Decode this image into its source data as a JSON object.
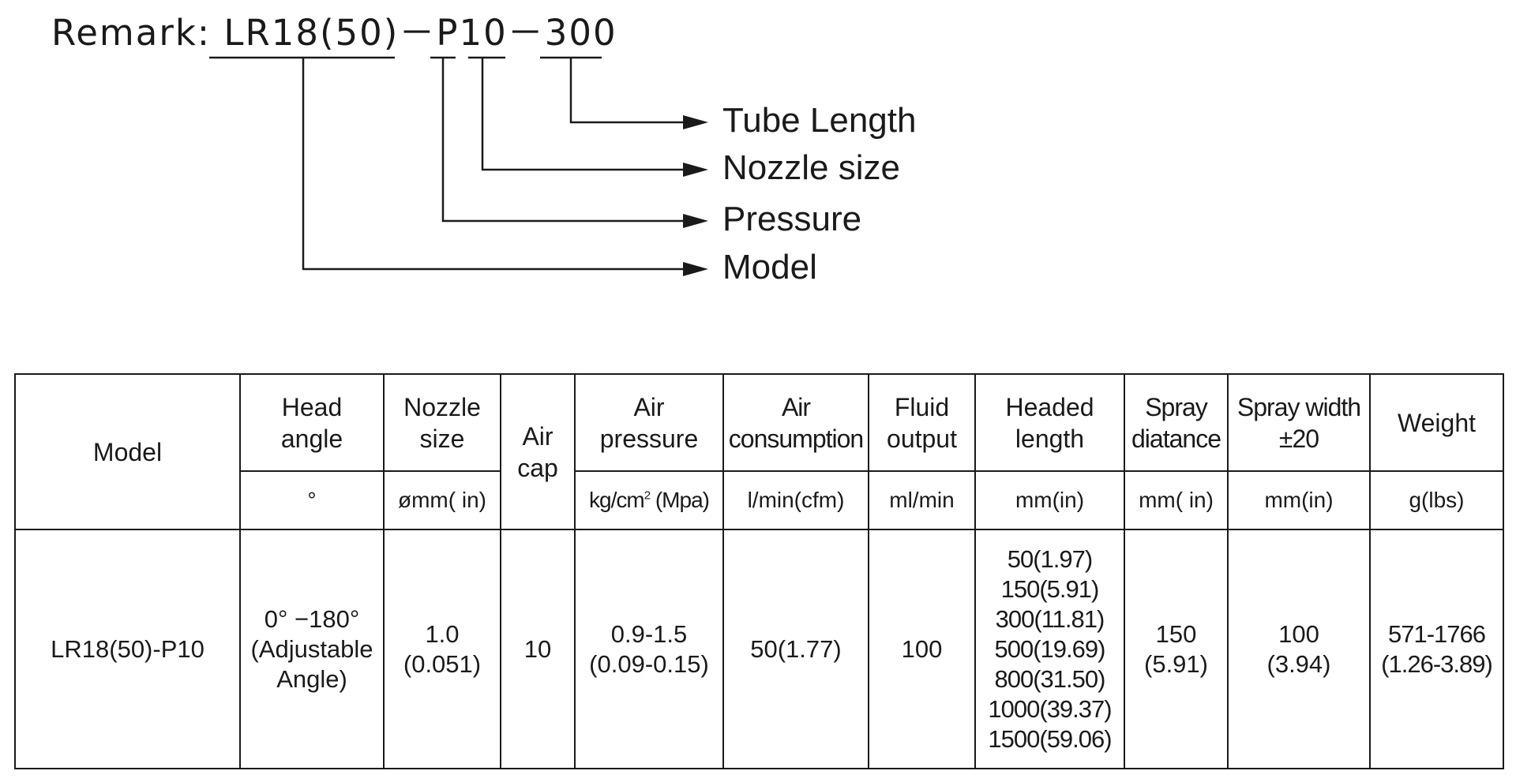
{
  "code": {
    "prefix": "Remark: ",
    "parts": {
      "model": "LR18(50)",
      "sep1": "－",
      "pressure": "P",
      "nozzle": "10",
      "sep2": "－",
      "tube": "300"
    }
  },
  "legend": {
    "tube_length": "Tube Length",
    "nozzle_size": "Nozzle size",
    "pressure": "Pressure",
    "model": "Model"
  },
  "table": {
    "headers": {
      "model": "Model",
      "head_angle": "Head\nangle",
      "nozzle_size": "Nozzle\nsize",
      "air_cap": "Air\ncap",
      "air_pressure": "Air\npressure",
      "air_consumption": "Air\nconsumption",
      "fluid_output": "Fluid\noutput",
      "headed_length": "Headed\nlength",
      "spray_distance": "Spray\ndiatance",
      "spray_width": "Spray width\n±20",
      "weight": "Weight"
    },
    "units": {
      "head_angle": "°",
      "nozzle_size": "ømm( in)",
      "air_pressure_pre": "kg/cm",
      "air_pressure_sup": "2",
      "air_pressure_post": " (Mpa)",
      "air_consumption": "l/min(cfm)",
      "fluid_output": "ml/min",
      "headed_length": "mm(in)",
      "spray_distance": "mm( in)",
      "spray_width": "mm(in)",
      "weight": "g(lbs)"
    },
    "row": {
      "model": "LR18(50)-P10",
      "head_angle": "0° −180°\n(Adjustable\nAngle)",
      "nozzle_size": "1.0\n(0.051)",
      "air_cap": "10",
      "air_pressure": "0.9-1.5\n(0.09-0.15)",
      "air_consumption": "50(1.77)",
      "fluid_output": "100",
      "headed_length": "50(1.97)\n150(5.91)\n300(11.81)\n500(19.69)\n800(31.50)\n1000(39.37)\n1500(59.06)",
      "spray_distance": "150\n(5.91)",
      "spray_width": "100\n(3.94)",
      "weight": "571-1766\n(1.26-3.89)"
    }
  }
}
